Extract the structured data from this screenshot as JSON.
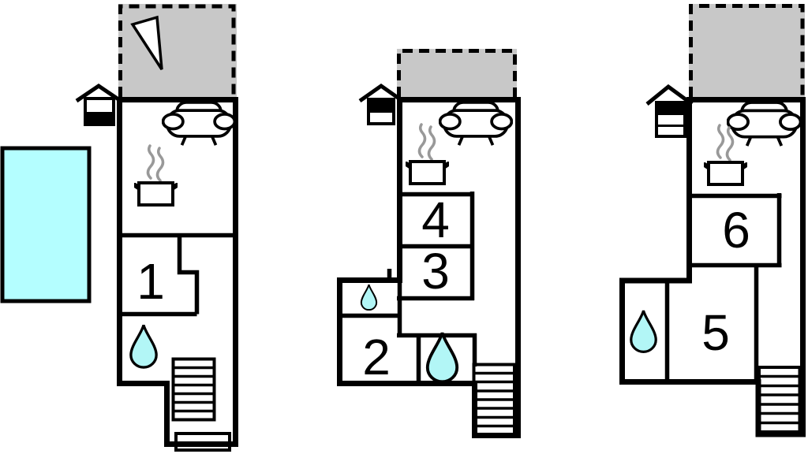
{
  "colors": {
    "terrace": "#c8c8c8",
    "pool": "#b4feff",
    "water": "#b2f6f6",
    "wall": "#000000",
    "steam": "#999999",
    "background": "#ffffff"
  },
  "pool": {
    "name": "swimming-pool"
  },
  "units": [
    {
      "name": "apartment-1",
      "floor_indicator": "house-2-storey-ground-floor-highlighted",
      "room_labels": [
        "1"
      ],
      "icons": [
        "terrace",
        "north-arrow",
        "sofa",
        "cooking-pot-with-steam",
        "water-drop",
        "staircase",
        "entrance-step",
        "floor-indicator"
      ]
    },
    {
      "name": "apartment-2",
      "floor_indicator": "house-2-storey-upper-floor-highlighted",
      "room_labels": [
        "2",
        "3",
        "4"
      ],
      "icons": [
        "terrace",
        "sofa",
        "cooking-pot-with-steam",
        "water-drop-small",
        "water-drop",
        "staircase",
        "floor-indicator"
      ]
    },
    {
      "name": "apartment-3",
      "floor_indicator": "house-3-storey-top-floor-highlighted",
      "room_labels": [
        "5",
        "6"
      ],
      "icons": [
        "terrace",
        "sofa",
        "cooking-pot-with-steam",
        "water-drop",
        "staircase",
        "floor-indicator"
      ]
    }
  ]
}
